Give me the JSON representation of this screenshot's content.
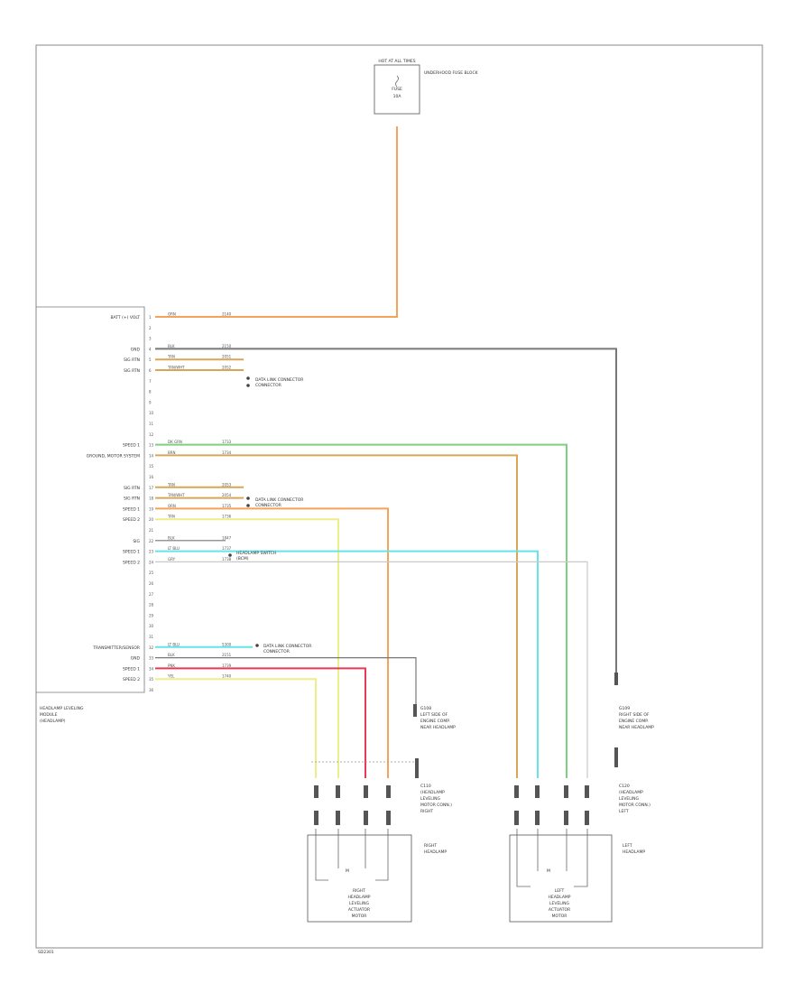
{
  "colors": {
    "orange": "#f5a25a",
    "gray": "#777777",
    "tan": "#d9a655",
    "green": "#7ed07e",
    "red": "#e83a55",
    "cyan": "#66e4ea",
    "yellow": "#eeee88",
    "light": "#c9c9c9",
    "frame": "#555555"
  },
  "fuse_block": {
    "title": "HOT AT ALL TIMES",
    "fuse": "FUSE",
    "amps": "10A",
    "location": "UNDERHOOD FUSE BLOCK"
  },
  "module": {
    "caption": [
      "HEADLAMP LEVELING",
      "MODULE",
      "(HEADLAMP)"
    ]
  },
  "module_pins": [
    {
      "label": "BATT (+) VOLT",
      "n": "1",
      "color_code": "ORN",
      "circuit": "2140",
      "wire": "orange"
    },
    {
      "label": "",
      "n": "2"
    },
    {
      "label": "",
      "n": "3"
    },
    {
      "label": "GND",
      "n": "4",
      "color_code": "BLK",
      "circuit": "2150",
      "wire": "gray"
    },
    {
      "label": "SIG RTN",
      "n": "5",
      "color_code": "TAN",
      "circuit": "2051",
      "wire": "tan"
    },
    {
      "label": "SIG RTN",
      "n": "6",
      "color_code": "TAN/WHT",
      "circuit": "2052",
      "wire": "tan"
    },
    {
      "label": "",
      "n": "7"
    },
    {
      "label": "",
      "n": "8"
    },
    {
      "label": "",
      "n": "9"
    },
    {
      "label": "",
      "n": "10"
    },
    {
      "label": "",
      "n": "11"
    },
    {
      "label": "",
      "n": "12"
    },
    {
      "label": "SPEED 1",
      "n": "13",
      "color_code": "DK GRN",
      "circuit": "1733",
      "wire": "green"
    },
    {
      "label": "GROUND, MOTOR SYSTEM",
      "n": "14",
      "color_code": "BRN",
      "circuit": "1734",
      "wire": "tan"
    },
    {
      "label": "",
      "n": "15"
    },
    {
      "label": "",
      "n": "16"
    },
    {
      "label": "SIG RTN",
      "n": "17",
      "color_code": "TAN",
      "circuit": "2053",
      "wire": "tan"
    },
    {
      "label": "SIG RTN",
      "n": "18",
      "color_code": "TAN/WHT",
      "circuit": "2054",
      "wire": "tan"
    },
    {
      "label": "SPEED 1",
      "n": "19",
      "color_code": "ORN",
      "circuit": "1735",
      "wire": "orange"
    },
    {
      "label": "SPEED 2",
      "n": "20",
      "color_code": "TAN",
      "circuit": "1736",
      "wire": "yellow"
    },
    {
      "label": "",
      "n": "21"
    },
    {
      "label": "SIG",
      "n": "22",
      "color_code": "BLK",
      "circuit": "1847",
      "wire": "gray"
    },
    {
      "label": "SPEED 1",
      "n": "23",
      "color_code": "LT BLU",
      "circuit": "1737",
      "wire": "cyan"
    },
    {
      "label": "SPEED 2",
      "n": "24",
      "color_code": "GRY",
      "circuit": "1738",
      "wire": "light"
    },
    {
      "label": "",
      "n": "25"
    },
    {
      "label": "",
      "n": "26"
    },
    {
      "label": "",
      "n": "27"
    },
    {
      "label": "",
      "n": "28"
    },
    {
      "label": "",
      "n": "29"
    },
    {
      "label": "",
      "n": "30"
    },
    {
      "label": "",
      "n": "31"
    },
    {
      "label": "TRANSMITTER/SENSOR",
      "n": "32",
      "color_code": "LT BLU",
      "circuit": "5300",
      "wire": "cyan"
    },
    {
      "label": "GND",
      "n": "33",
      "color_code": "BLK",
      "circuit": "2151",
      "wire": "gray"
    },
    {
      "label": "SPEED 1",
      "n": "34",
      "color_code": "PNK",
      "circuit": "1739",
      "wire": "red"
    },
    {
      "label": "SPEED 2",
      "n": "35",
      "color_code": "YEL",
      "circuit": "1740",
      "wire": "yellow"
    },
    {
      "label": "",
      "n": "36"
    }
  ],
  "annotations": {
    "data_link_1": "DATA LINK CONNECTOR",
    "data_link_2": "DATA LINK CONNECTOR",
    "data_link_3": "DATA LINK CONNECTOR",
    "data_link_sub": "CONNECTOR",
    "headlamp_switch": "HEADLAMP SWITCH",
    "headlamp_switch_sub": "(BCM)"
  },
  "ground_left": [
    "G108",
    "LEFT SIDE OF",
    "ENGINE COMP.",
    "NEAR HEADLAMP"
  ],
  "ground_right": [
    "G109",
    "RIGHT SIDE OF",
    "ENGINE COMP.",
    "NEAR HEADLAMP"
  ],
  "connector_left": [
    "C110",
    "(HEADLAMP",
    "LEVELING",
    "MOTOR CONN.)",
    "RIGHT"
  ],
  "connector_right": [
    "C120",
    "(HEADLAMP",
    "LEVELING",
    "MOTOR CONN.)",
    "LEFT"
  ],
  "motor_left": [
    "RIGHT",
    "HEADLAMP",
    "LEVELING",
    "ACTUATOR",
    "MOTOR"
  ],
  "motor_right": [
    "LEFT",
    "HEADLAMP",
    "LEVELING",
    "ACTUATOR",
    "MOTOR"
  ],
  "lamp_left": [
    "RIGHT",
    "HEADLAMP"
  ],
  "lamp_right": [
    "LEFT",
    "HEADLAMP"
  ],
  "footer_code": "SD2301"
}
